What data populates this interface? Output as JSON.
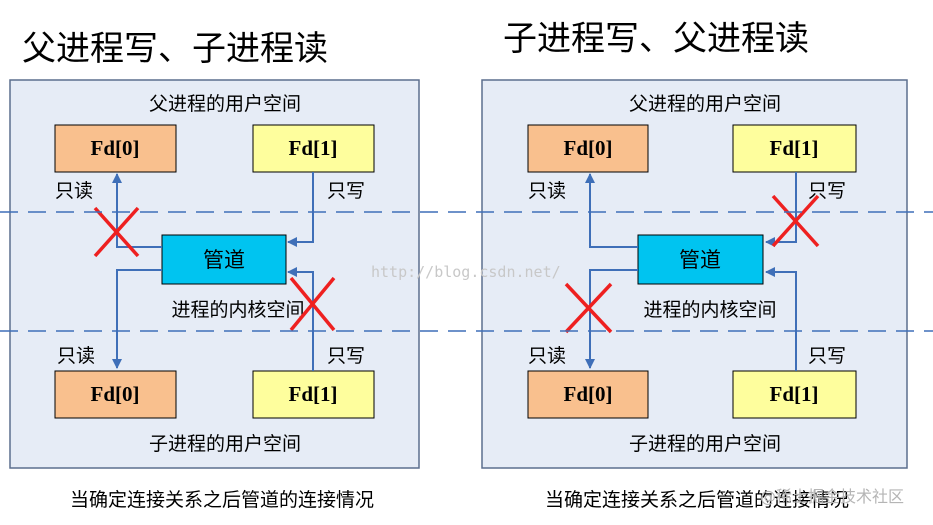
{
  "left": {
    "title": "父进程写、子进程读",
    "top_space": "父进程的用户空间",
    "bottom_space": "子进程的用户空间",
    "kernel_space": "进程的内核空间",
    "pipe": "管道",
    "fd_top_left": "Fd[0]",
    "fd_top_right": "Fd[1]",
    "fd_bottom_left": "Fd[0]",
    "fd_bottom_right": "Fd[1]",
    "top_read": "只读",
    "top_write": "只写",
    "bottom_read": "只读",
    "bottom_write": "只写",
    "caption": "当确定连接关系之后管道的连接情况"
  },
  "right": {
    "title": "子进程写、父进程读",
    "top_space": "父进程的用户空间",
    "bottom_space": "子进程的用户空间",
    "kernel_space": "进程的内核空间",
    "pipe": "管道",
    "fd_top_left": "Fd[0]",
    "fd_top_right": "Fd[1]",
    "fd_bottom_left": "Fd[0]",
    "fd_bottom_right": "Fd[1]",
    "top_read": "只读",
    "top_write": "只写",
    "bottom_read": "只读",
    "bottom_write": "只写",
    "caption": "当确定连接关系之后管道的连接情况"
  },
  "watermark_url": "http://blog.csdn.net/",
  "watermark_brand": "@稀土掘金技术社区",
  "colors": {
    "panel_bg": "#e6ecf6",
    "panel_border": "#5c6e8e",
    "fd_read_fill": "#f9c08e",
    "fd_write_fill": "#fefe9d",
    "pipe_fill": "#00c4f0",
    "arrow": "#3f6fb8",
    "boundary": "#3f6fb8",
    "cross": "#ee2020"
  }
}
